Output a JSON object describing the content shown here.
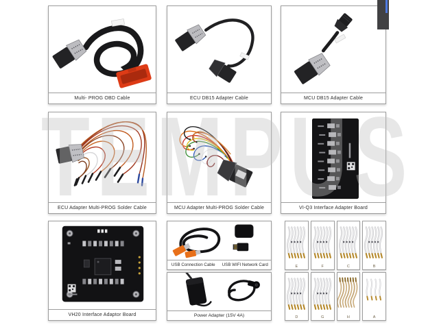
{
  "watermark": "TEMPUS",
  "panels": {
    "multi_prog_obd": {
      "caption": "Multi- PROG OBD Cable"
    },
    "ecu_db15": {
      "caption": "ECU DB15 Adapter Cable"
    },
    "mcu_db15": {
      "caption": "MCU DB15 Adapter Cable"
    },
    "ecu_solder": {
      "caption": "ECU Adapter Multi-PROG Solder Cable"
    },
    "mcu_solder": {
      "caption": "MCU Adapter Multi-PROG Solder Cable"
    },
    "viq3_board": {
      "caption": "VI-Q3 Interface Adapter Board"
    },
    "vh20_board": {
      "caption": "VH20 Interface Adaptor Board"
    },
    "usb_kit": {
      "caption_cable": "USB Connection Cable",
      "caption_wifi": "USB WIFI Network Card"
    },
    "power": {
      "caption": "Power Adapter (15V 4A)"
    }
  },
  "wire_kits": {
    "letters": [
      "E",
      "F",
      "C",
      "B",
      "D",
      "G",
      "H",
      "A"
    ]
  },
  "colors": {
    "obd_red": "#dd3b16",
    "usb_orange": "#e8701a",
    "panel_border": "#9c9c9c",
    "artifact_dark": "#414143",
    "artifact_blue": "#4f7ae0",
    "wire_gold": "#b5892c"
  }
}
